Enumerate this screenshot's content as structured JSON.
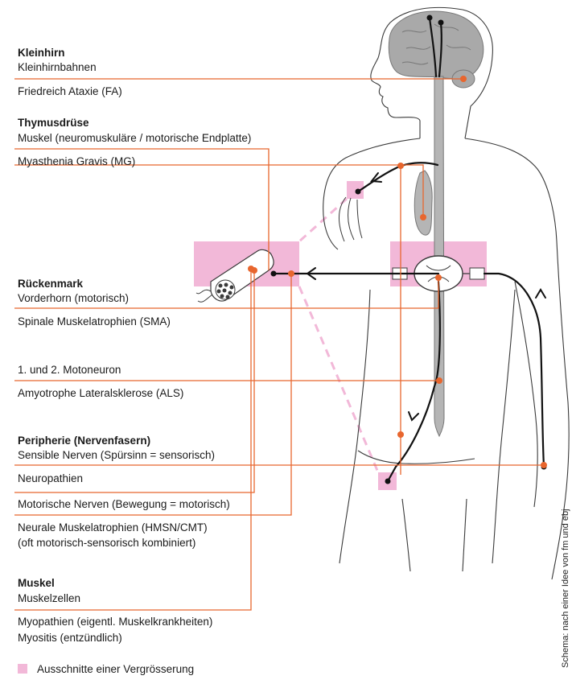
{
  "colors": {
    "accent": "#e8662e",
    "highlight": "#f2b8d8",
    "brain": "#a9a9a9",
    "spine": "#b5b5b5",
    "outline": "#3a3a3a"
  },
  "sections": [
    {
      "heading": "Kleinhirn",
      "items": [
        "Kleinhirnbahnen",
        "Friedreich Ataxie (FA)"
      ]
    },
    {
      "heading": "Thymusdrüse",
      "items": [
        "Muskel (neuromuskuläre / motorische Endplatte)",
        "Myasthenia Gravis (MG)"
      ]
    },
    {
      "heading": "Rückenmark",
      "items": [
        "Vorderhorn (motorisch)",
        "Spinale Muskelatrophien (SMA)",
        "1. und 2. Motoneuron",
        "Amyotrophe Lateralsklerose (ALS)"
      ]
    },
    {
      "heading": "Peripherie (Nervenfasern)",
      "items": [
        "Sensible Nerven (Spürsinn = sensorisch)",
        "Neuropathien",
        "Motorische Nerven (Bewegung = motorisch)",
        "Neurale Muskelatrophien (HMSN/CMT)",
        "(oft motorisch-sensorisch kombiniert)"
      ]
    },
    {
      "heading": "Muskel",
      "items": [
        "Muskelzellen",
        "Myopathien (eigentl. Muskelkrankheiten)",
        "Myositis (entzündlich)"
      ]
    }
  ],
  "legend": {
    "label": "Ausschnitte einer Vergrösserung",
    "icon": "pink-square-icon"
  },
  "credit": "Schema: nach einer Idee von fm und ebj"
}
